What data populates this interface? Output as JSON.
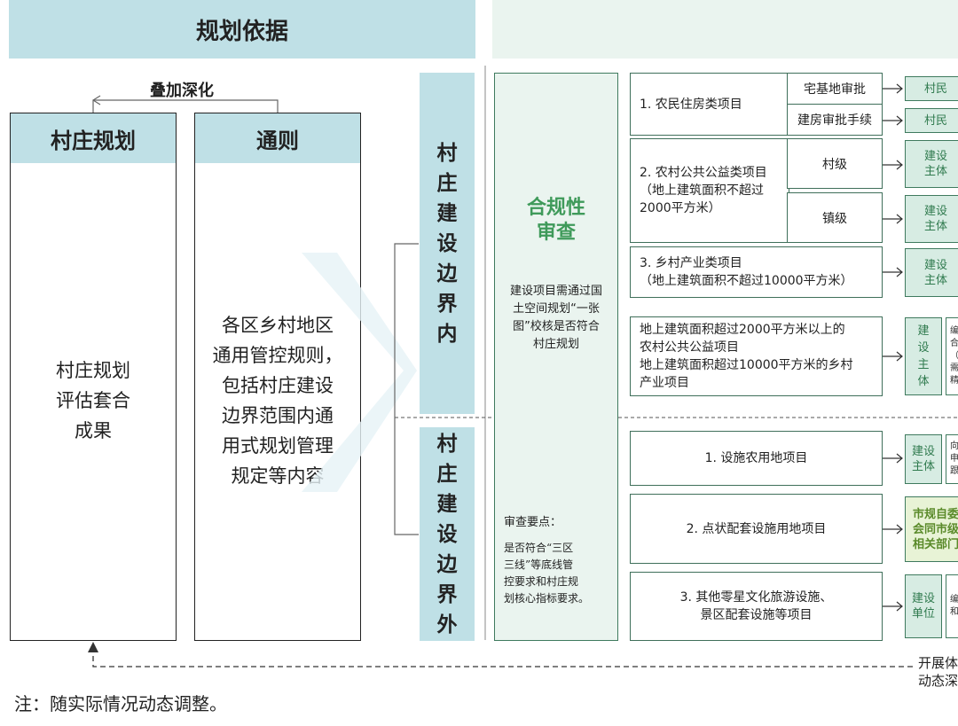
{
  "header": {
    "left_title": "规划依据"
  },
  "overlay_label": "叠加深化",
  "columns": {
    "village_plan": {
      "title": "村庄规划",
      "body": [
        "村庄规划",
        "评估套合",
        "成果"
      ]
    },
    "general_rules": {
      "title": "通则",
      "body": [
        "各区乡村地区",
        "通用管控规则，",
        "包括村庄建设",
        "边界范围内通",
        "用式规划管理",
        "规定等内容"
      ]
    }
  },
  "inside_label": [
    "村",
    "庄",
    "建",
    "设",
    "边",
    "界",
    "内"
  ],
  "outside_label": [
    "村",
    "庄",
    "建",
    "设",
    "边",
    "界",
    "外"
  ],
  "review": {
    "title": [
      "合规性",
      "审查"
    ],
    "desc": [
      "建设项目需通过国",
      "土空间规划“一张",
      "图”校核是否符合",
      "村庄规划"
    ],
    "points_title": "审查要点：",
    "points": [
      "是否符合“三区",
      "三线”等底线管",
      "控要求和村庄规",
      "划核心指标要求。"
    ]
  },
  "projects": {
    "p1": {
      "label": "1. 农民住房类项目",
      "subs": [
        "宅基地审批",
        "建房审批手续"
      ],
      "results": [
        "村民",
        "村民"
      ]
    },
    "p2": {
      "label": [
        "2. 农村公共公益类项目",
        "（地上建筑面积不超过",
        "2000平方米）"
      ],
      "subs": [
        "村级",
        "镇级"
      ],
      "results": [
        [
          "建设",
          "主体"
        ],
        [
          "建设",
          "主体"
        ]
      ]
    },
    "p3": {
      "label": [
        "3. 乡村产业类项目",
        "（地上建筑面积不超过10000平方米）"
      ],
      "result": [
        "建设",
        "主体"
      ]
    },
    "p4": {
      "label": [
        "地上建筑面积超过2000平方米以上的",
        "农村公共公益项目",
        "地上建筑面积超过10000平方米的乡村",
        "产业项目"
      ],
      "result": [
        "建",
        "设",
        "主",
        "体"
      ],
      "extra": [
        "编",
        "合",
        "（",
        "需",
        "精"
      ]
    },
    "p5": {
      "label": "1. 设施农用地项目",
      "result": [
        "建设",
        "主体"
      ],
      "extra": [
        "向",
        "申",
        "跟"
      ]
    },
    "p6": {
      "label": "2. 点状配套设施用地项目",
      "result": [
        "市规自委",
        "会同市级",
        "相关部门"
      ]
    },
    "p7": {
      "label": [
        "3. 其他零星文化旅游设施、",
        "景区配套设施等项目"
      ],
      "result": [
        "建设",
        "单位"
      ],
      "extra": [
        "编",
        "和"
      ]
    }
  },
  "footer": {
    "note": "注：随实际情况动态调整。",
    "feedback": [
      "开展体",
      "动态深"
    ]
  },
  "colors": {
    "header": "#bfe0e6",
    "panel": "#eaf4ef",
    "accent_green": "#3f9a5a",
    "border": "#3f6f5a"
  }
}
